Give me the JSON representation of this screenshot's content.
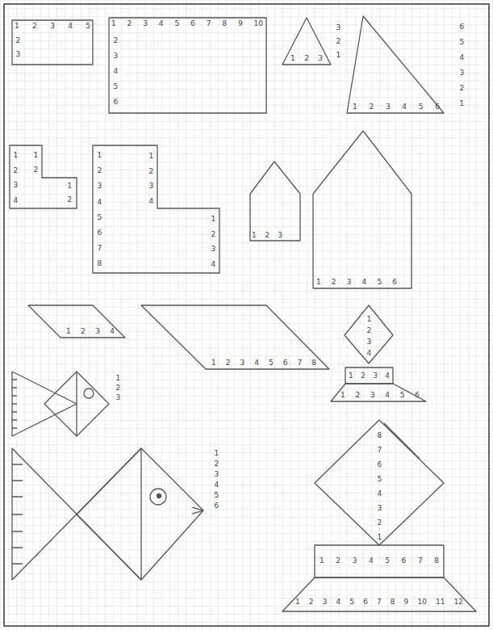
{
  "diagram": {
    "labels": [
      "1 2 3 4 5",
      "2 3",
      "1 2 3 4 5 6 7 8 9 10",
      "2 3 4 5 6",
      "1 2 3",
      "3 2 1",
      "1 2 3 4 5 6",
      "6 5 4 3 2 1",
      "1 2 3 4",
      "1 2",
      "1 2",
      "1 2 3 4 5 6 7 8",
      "1 2 3 4",
      "1 2 3 4",
      "1 2 3",
      "1 2 3 4 5 6",
      "1 2 3 4",
      "1 2 3 4 5 6 7 8",
      "1 2 3 4",
      "1 2 3 4",
      "1 2 3 4 5 6",
      "1 2 3",
      "1 2 3 4 5 6",
      "8 7 6 5 4 3 2 1",
      "1 2 3 4 5 6 7 8",
      "1 2 3 4 5 6 7 8 9 10 11 12"
    ]
  }
}
